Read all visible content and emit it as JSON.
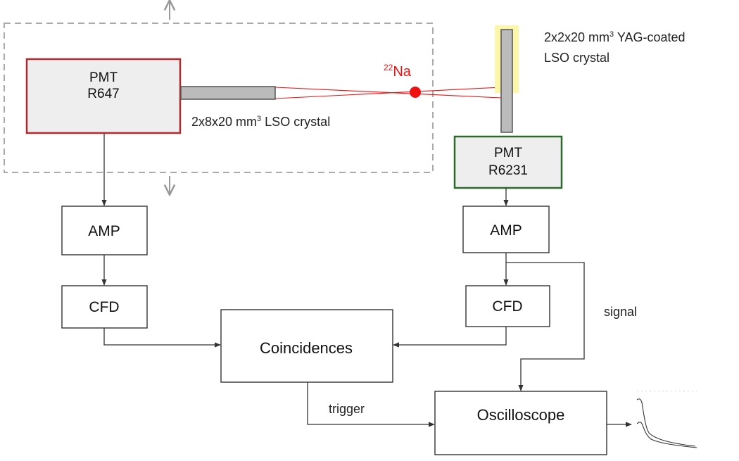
{
  "pmt_left": {
    "line1": "PMT",
    "line2": "R647",
    "border_color": "#b02a30",
    "fill": "#eeeeee"
  },
  "pmt_right": {
    "line1": "PMT",
    "line2": "R6231",
    "border_color": "#2e6b2a",
    "fill": "#eeeeee"
  },
  "source": {
    "mass": "22",
    "element": "Na",
    "color": "#ee1111"
  },
  "crystal_left": {
    "pre": "2x8x20 mm",
    "sup": "3",
    "post": " LSO crystal"
  },
  "crystal_right": {
    "pre": "2x2x20 mm",
    "sup": "3",
    "post": " YAG-coated",
    "line2": "LSO crystal",
    "coating_color": "#fbf6a8"
  },
  "blocks": {
    "amp_left": "AMP",
    "cfd_left": "CFD",
    "amp_right": "AMP",
    "cfd_right": "CFD",
    "coincidences": "Coincidences",
    "oscilloscope": "Oscilloscope"
  },
  "edges": {
    "trigger": "trigger",
    "signal": "signal"
  }
}
